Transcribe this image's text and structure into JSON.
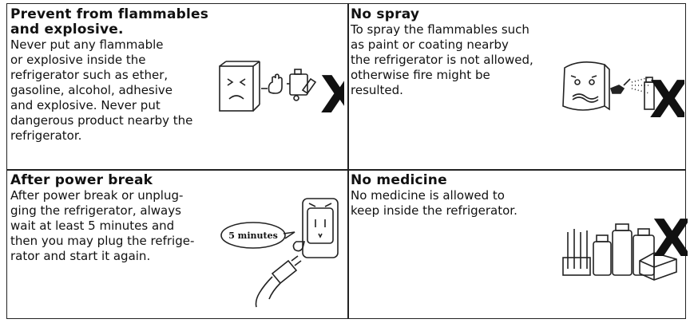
{
  "cells": [
    {
      "title_lines": [
        "Prevent from flammables",
        "and explosive."
      ],
      "body_lines": [
        "Never put any flammable",
        "or explosive inside the",
        "refrigerator such as ether,",
        "gasoline, alcohol, adhesive",
        "and explosive. Never put",
        "dangerous product nearby the",
        "refrigerator."
      ],
      "icon": "no-flammables-icon"
    },
    {
      "title_lines": [
        "No spray"
      ],
      "body_lines": [
        "To spray the flammables such",
        "as paint or coating nearby",
        "the refrigerator is not allowed,",
        "otherwise fire might be",
        "resulted."
      ],
      "icon": "no-spray-icon"
    },
    {
      "title_lines": [
        "After power break"
      ],
      "body_lines": [
        "After power break or unplug-",
        "ging the refrigerator, always",
        "wait at least 5 minutes and",
        "then you may plug the refrige-",
        "rator and start it again."
      ],
      "icon": "wait-five-minutes-icon",
      "icon_label": "5 minutes"
    },
    {
      "title_lines": [
        "No medicine"
      ],
      "body_lines": [
        "No medicine is allowed to",
        "keep inside the refrigerator."
      ],
      "icon": "no-medicine-icon"
    }
  ],
  "prohibited_mark": "X"
}
